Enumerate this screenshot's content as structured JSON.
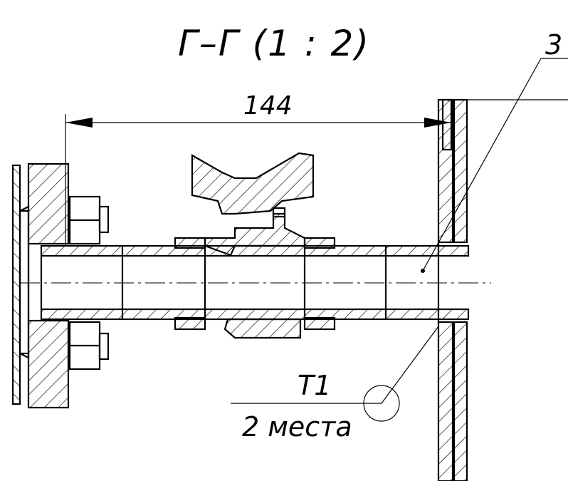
{
  "section_title": "Г–Г (1 : 2)",
  "dimension": {
    "value": "144"
  },
  "callouts": {
    "part_number": "3",
    "weld_mark": "T1",
    "weld_note": "2 места"
  },
  "colors": {
    "line": "#000000",
    "background": "#ffffff"
  }
}
